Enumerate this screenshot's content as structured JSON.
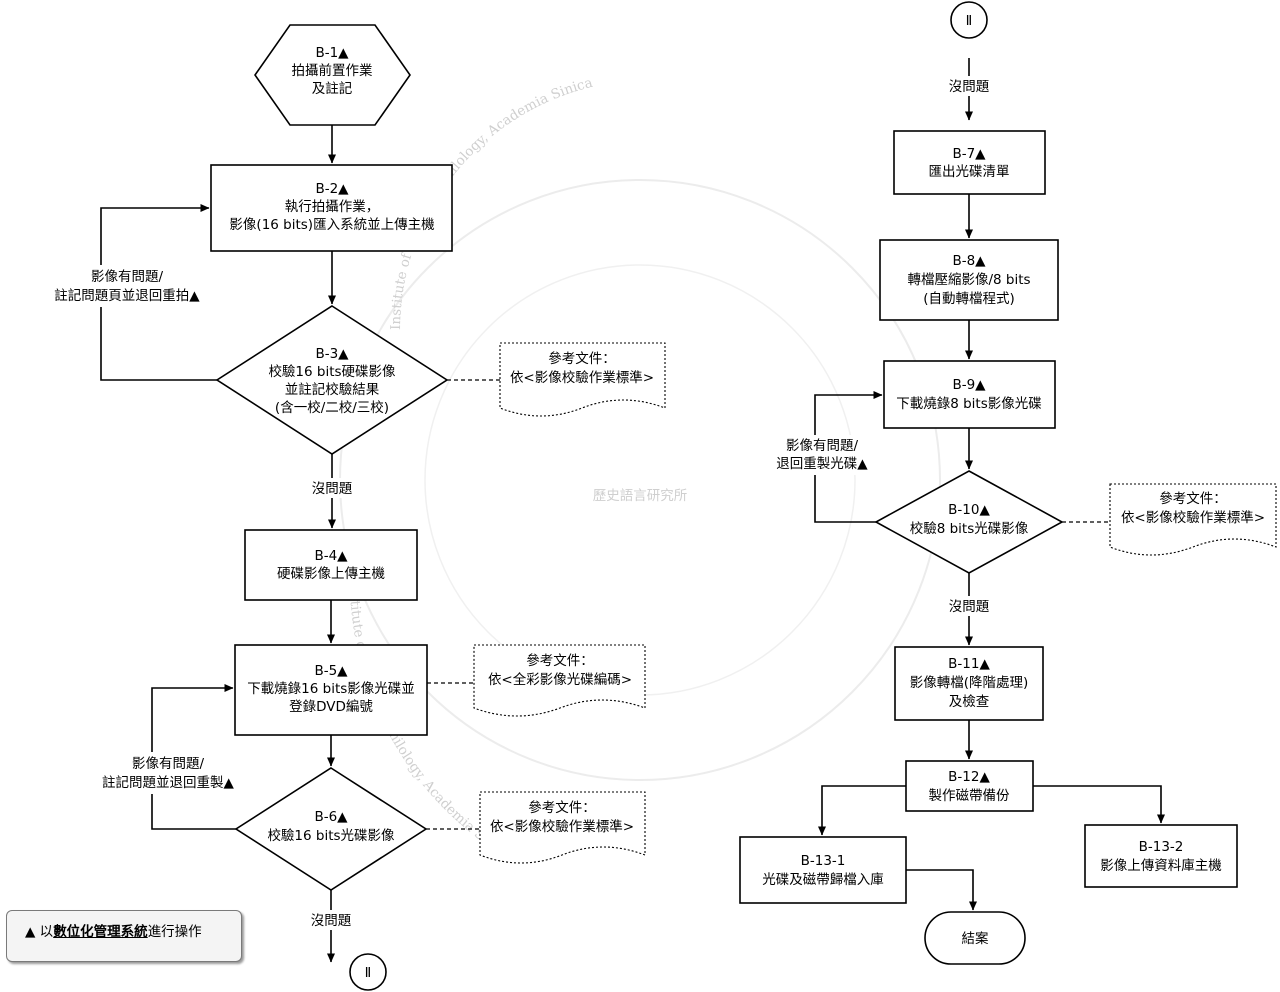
{
  "nodes": {
    "b1": [
      "B-1▲",
      "拍攝前置作業",
      "及註記"
    ],
    "b2": [
      "B-2▲",
      "執行拍攝作業，",
      "影像(16 bits)匯入系統並上傳主機"
    ],
    "b3": [
      "B-3▲",
      "校驗16 bits硬碟影像",
      "並註記校驗結果",
      "(含一校/二校/三校)"
    ],
    "b4": [
      "B-4▲",
      "硬碟影像上傳主機"
    ],
    "b5": [
      "B-5▲",
      "下載燒錄16 bits影像光碟並",
      "登錄DVD編號"
    ],
    "b6": [
      "B-6▲",
      "校驗16 bits光碟影像"
    ],
    "b7": [
      "B-7▲",
      "匯出光碟清單"
    ],
    "b8": [
      "B-8▲",
      "轉檔壓縮影像/8 bits",
      "(自動轉檔程式)"
    ],
    "b9": [
      "B-9▲",
      "下載燒錄8 bits影像光碟"
    ],
    "b10": [
      "B-10▲",
      "校驗8 bits光碟影像"
    ],
    "b11": [
      "B-11▲",
      "影像轉檔(降階處理)",
      "及檢查"
    ],
    "b12": [
      "B-12▲",
      "製作磁帶備份"
    ],
    "b13_1": [
      "B-13-1",
      "光碟及磁帶歸檔入庫"
    ],
    "b13_2": [
      "B-13-2",
      "影像上傳資料庫主機"
    ],
    "end": "結案"
  },
  "connectors": {
    "page2_top": "Ⅱ",
    "page2_bottom": "Ⅱ"
  },
  "edge_labels": {
    "no_problem_1": "沒問題",
    "no_problem_2": "沒問題",
    "no_problem_3": "沒問題",
    "no_problem_4": "沒問題",
    "retake": [
      "影像有問題/",
      "註記問題頁並退回重拍▲"
    ],
    "reburn_16": [
      "影像有問題/",
      "註記問題並退回重製▲"
    ],
    "reburn_8": [
      "影像有問題/",
      "退回重製光碟▲"
    ]
  },
  "reference_docs": {
    "ref_b3": [
      "參考文件：",
      "依<影像校驗作業標準>"
    ],
    "ref_b5": [
      "參考文件：",
      "依<全彩影像光碟編碼>"
    ],
    "ref_b6": [
      "參考文件：",
      "依<影像校驗作業標準>"
    ],
    "ref_b10": [
      "參考文件：",
      "依<影像校驗作業標準>"
    ]
  },
  "legend": {
    "prefix": "▲ 以",
    "emphasis": "數位化管理系統",
    "suffix": "進行操作"
  },
  "watermark": {
    "line1": "Institute of History & Philology, Academia Sinica",
    "line2": "Institute of History & Philology, Academia Sinica",
    "chinese": "歷史語言研究所"
  }
}
